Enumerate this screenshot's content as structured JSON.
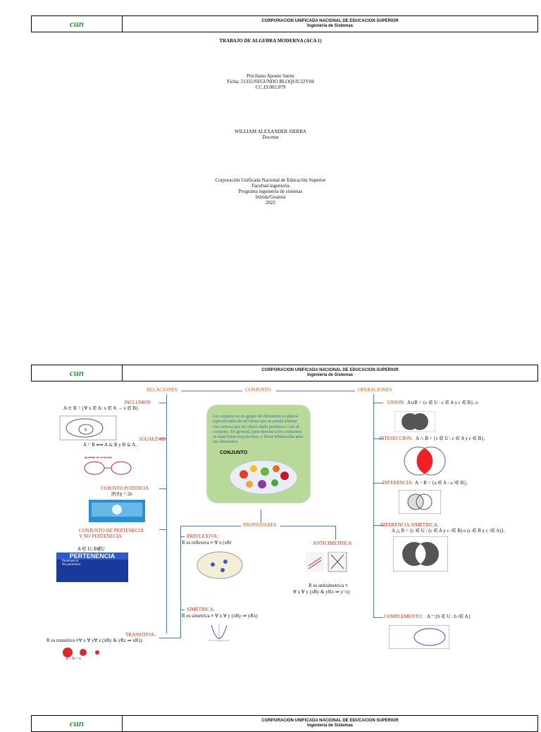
{
  "header": {
    "line1": "CORPORACION UNIFICADA NACIONAL DE EDUCACION SUPERIOR",
    "line2": "Ingeniería de Sistemas",
    "logo_text": "cun",
    "logo_color": "#2e9a3c"
  },
  "cover": {
    "title": "TRABAJO DE ALGEBRA MODERNA (ACA 1)",
    "student": [
      "Priciliano Aponte Saenz",
      "Ficha: 51335/SEGUNDO BLOQUE/22V04",
      "CC.19.002.079"
    ],
    "teacher": [
      "WILLIAM ALEXANDER SIERRA",
      "Docente"
    ],
    "institution": [
      "Corporación Unificada Nacional de Educación Superior",
      "Facultad ingeniería",
      "Programa ingeniería de sistemas",
      "Inírida/Guainía",
      "2022"
    ]
  },
  "map": {
    "relaciones": "RELACIONES",
    "conjunto": "CONJUNTO",
    "operaciones": "OPERACIONES",
    "propiedades": "PROPIEDADES",
    "card_desc": "Un conjunto es un grupo de elementos u objetos especificados de tal forma que se pueda afirmar con certeza que un objeto dado pertenece o no al conjunto. En general, para denotar a los conjuntos se usan letras mayúsculas, y letras minúsculas para sus elementos",
    "card_title": "CONJUNTO",
    "inclusion": "INCLUSION",
    "inclusion_f": "A ⊂ B = {∀ x ∈ A: x ∈ A → x ∈ B}",
    "igualdad": "IGUALDAD",
    "igualdad_f": "A = B ⟺ A ⊆ B y B ⊆ A.",
    "igualdad_img": "Igualdad de conjuntos",
    "potencia": "COJUNTO POTENCIA",
    "potencia_f": "|P(S)| = 2n",
    "pertenencia": [
      "CONJUNTO DE PERTENECIA",
      "Y NO PERTENECIA"
    ],
    "pertenencia_f": "A ∈ U; B∉U",
    "pertenencia_img": "PERTENENCIA",
    "pert_items": [
      "Pertenencia",
      "No pertenece"
    ],
    "reflexiva": "RREFLEXIVA:",
    "reflexiva_f": "R es reflexiva ≡  ∀ x (xRr",
    "anticimetrica": "ANTICIMETRICA",
    "anticimetrica_f1": "R es antisimetrica ≡",
    "anticimetrica_f2": "∀ x ∀ y (xRy & yRx ⇒ y=x)",
    "simetrica": "SIMETRICA:",
    "simetrica_f": "R es simetrica ≡  ∀ x ∀ y (xRy ⇒ yRx)",
    "transitiva": "TRANSITIVA:",
    "transitiva_f": "R es transitiva ≡∀ x ∀ y∀ z (xRy & yRz ⇒ xRz)",
    "trans_img": "a  >  b  >  c",
    "union": "UNION:",
    "union_f": "A∪B = {c ∈ U : c ∈ A y c ∈ B}, o",
    "interseccion": "INTESECCION:",
    "interseccion_f": "A ∩ B = {c ∈ U : c ∈ A y c ∈ B},",
    "diferencia": "DIFERENCIA:",
    "diferencia_f": "A − B = {a ∈ A : a /∈ B},",
    "dif_sim": "DIFERENCIA SIMETRICA:",
    "dif_sim_f": "A △ B = {c ∈ U : (c ∈ A y c /∈ B) o (c ∈ B y c /∈ A)}.",
    "complemento": "COMPLEMENTO:",
    "complemento_f": "A ′={b ∈ U : b /∈ A}"
  },
  "colors": {
    "label_red": "#d03010",
    "connector_blue": "#4a78b8",
    "card_green": "#b8d99a"
  }
}
